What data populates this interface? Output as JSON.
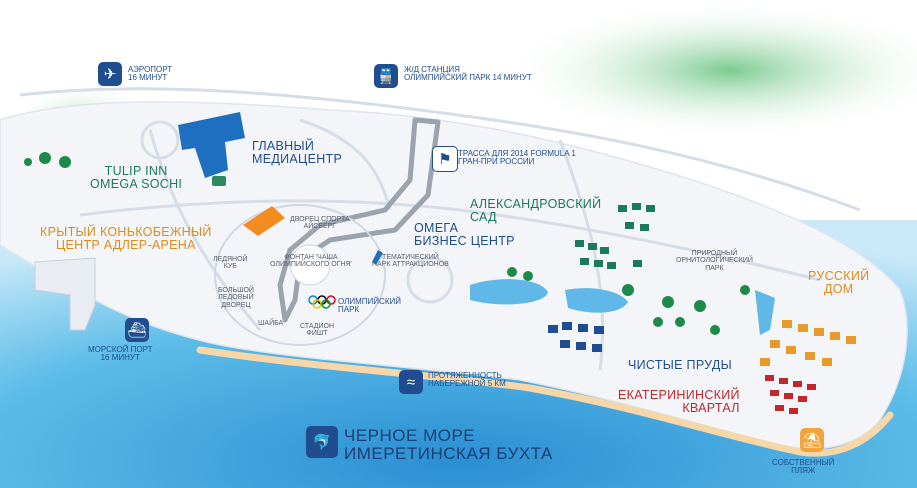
{
  "poi": {
    "airport": "АЭРОПОРТ\n16 МИНУТ",
    "railway": "Ж/Д СТАНЦИЯ\nОЛИМПИЙСКИЙ ПАРК 14 МИНУТ",
    "media_center": "ГЛАВНЫЙ\nМЕДИАЦЕНТР",
    "hotel": "TULIP INN\nOMEGA SOCHI",
    "formula1": "ТРАССА ДЛЯ 2014 FORMULA 1\nГРАН-ПРИ РОССИИ",
    "adler_arena": "КРЫТЫЙ КОНЬКОБЕЖНЫЙ\nЦЕНТР АДЛЕР-АРЕНА",
    "iceberg": "ДВОРЕЦ СПОРТА\nАЙСБЕРГ",
    "ice_cube": "ЛЕДЯНОЙ\nКУБ",
    "fountain": "ФОНТАН 'ЧАША\nОЛИМПИЙСКОГО ОГНЯ'",
    "big_ice": "БОЛЬШОЙ\nЛЕДОВЫЙ\nДВОРЕЦ",
    "shaiba": "ШАЙБА",
    "fisht": "СТАДИОН\nФИШТ",
    "olympic_park": "ОЛИМПИЙСКИЙ\nПАРК",
    "omega_center": "ОМЕГА\nБИЗНЕС ЦЕНТР",
    "theme_park": "ТЕМАТИЧЕСКИЙ\nПАРК АТТРАКЦИОНОВ",
    "alexander_garden": "АЛЕКСАНДРОВСКИЙ\nСАД",
    "ornithology_park": "ПРИРОДНЫЙ\nОРНИТОЛОГИЧЕСКИЙ\nПАРК",
    "russian_house": "РУССКИЙ\nДОМ",
    "clean_ponds": "ЧИСТЫЕ ПРУДЫ",
    "ekaterina": "ЕКАТЕРИНИНСКИЙ\nКВАРТАЛ",
    "embankment": "ПРОТЯЖЕННОСТЬ\nНАБЕРЕЖНОЙ 5 КМ",
    "seaport": "МОРСКОЙ ПОРТ\n16 МИНУТ",
    "beach": "СОБСТВЕННЫЙ\nПЛЯЖ"
  },
  "sea": "ЧЕРНОЕ МОРЕ\nИМЕРЕТИНСКАЯ БУХТА",
  "icons": {
    "airport": "airplane-icon",
    "railway": "train-icon",
    "formula1": "checkered-flag-icon",
    "olympic": "olympic-rings-icon",
    "seaport": "ship-icon",
    "embankment": "wave-icon",
    "sea": "dolphin-icon",
    "beach": "beach-umbrella-icon"
  },
  "colors": {
    "land": "#f3f5f8",
    "sea": "#39a9e0",
    "beach": "#f7d7a8",
    "greenery": "#8fd19e",
    "brand_blue": "#1f4d8f",
    "accent_orange": "#e08a1e",
    "accent_green": "#1c7a5c",
    "accent_red": "#c1272d",
    "pond": "#5fb8e8"
  }
}
